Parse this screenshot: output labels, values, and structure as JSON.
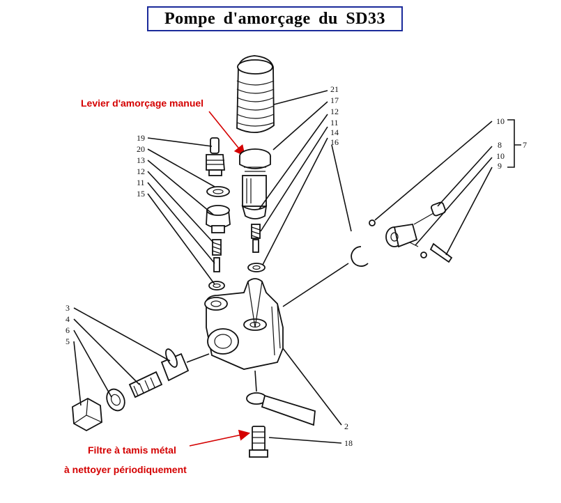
{
  "title": "Pompe d'amorçage du SD33",
  "annotations": {
    "lever": "Levier d'amorçage manuel",
    "filter_line1": "Filtre à tamis métal",
    "filter_line2": "à nettoyer périodiquement"
  },
  "part_numbers": {
    "n21": "21",
    "n17": "17",
    "n12a": "12",
    "n11a": "11",
    "n14": "14",
    "n16": "16",
    "n19": "19",
    "n20": "20",
    "n13": "13",
    "n12b": "12",
    "n11b": "11",
    "n15": "15",
    "n10a": "10",
    "n8": "8",
    "n7": "7",
    "n10b": "10",
    "n9": "9",
    "n3": "3",
    "n4": "4",
    "n6": "6",
    "n5": "5",
    "n2": "2",
    "n18": "18"
  },
  "colors": {
    "title_border": "#1a2a9a",
    "annotation": "#d40000",
    "arrow": "#d40000"
  }
}
